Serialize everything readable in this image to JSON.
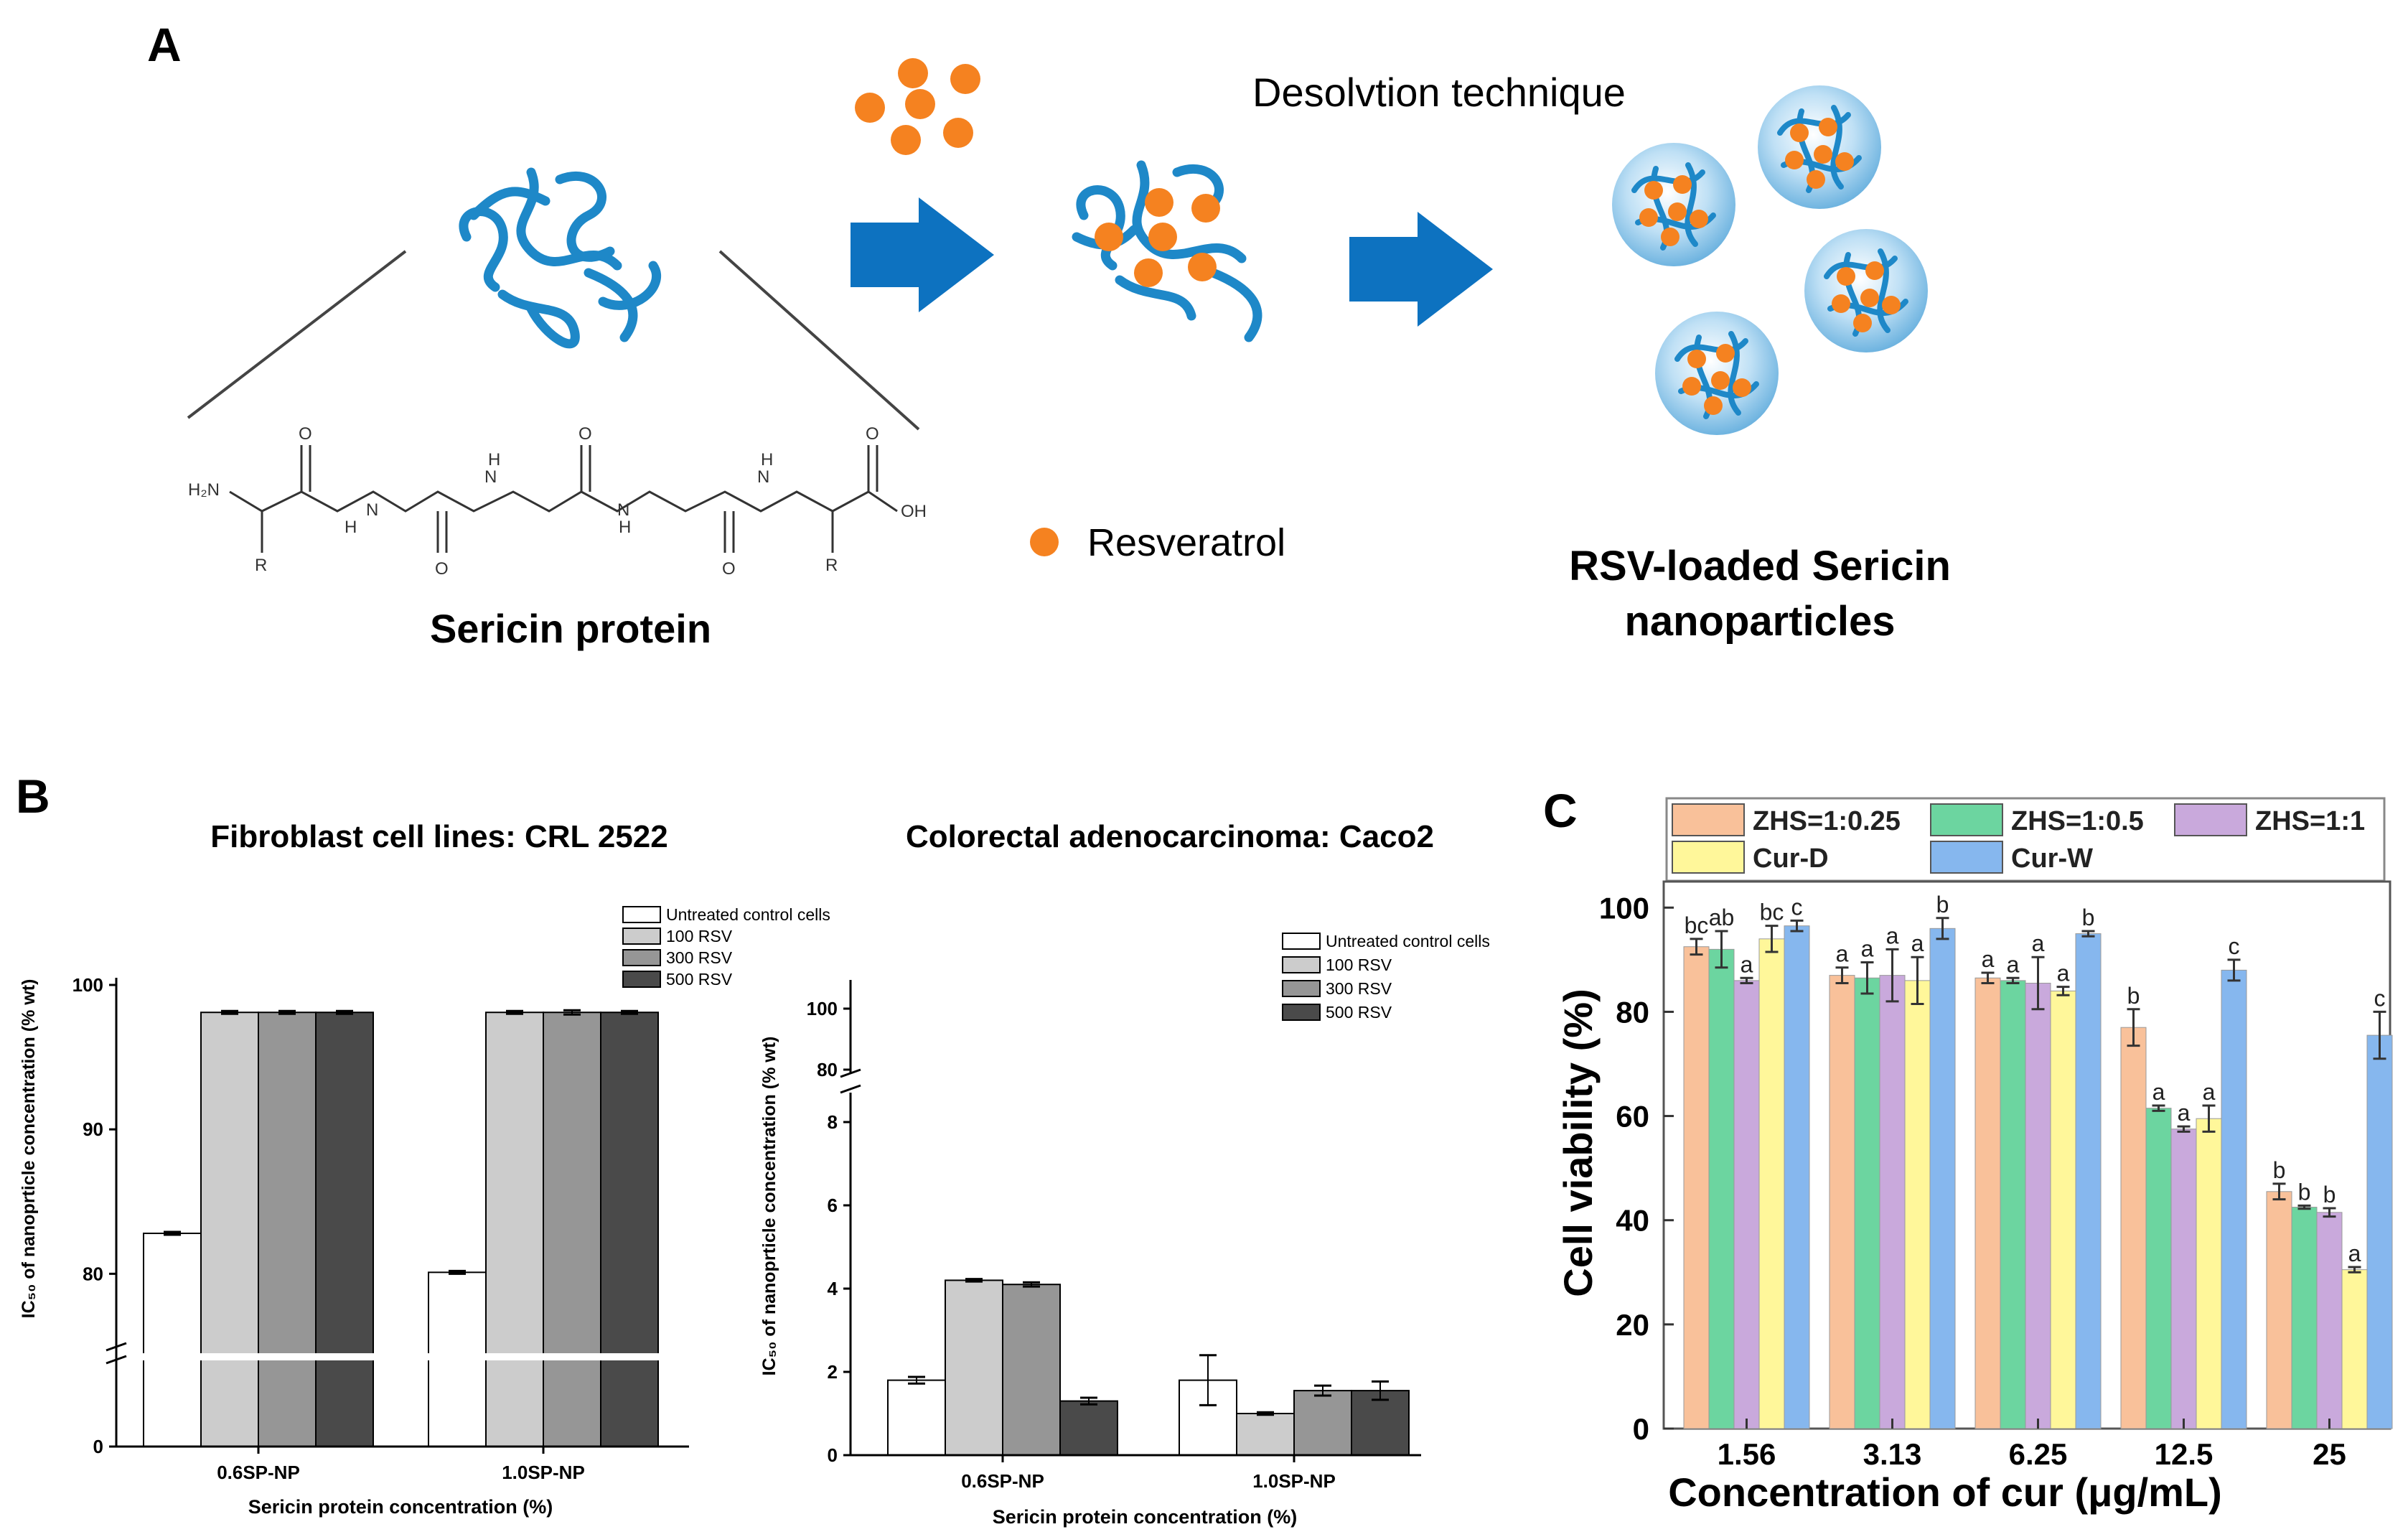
{
  "panel_a": {
    "letter": "A",
    "technique": "Desolvtion technique",
    "legend_label": "Resveratrol",
    "left_caption": "Sericin protein",
    "right_caption_1": "RSV-loaded Sericin",
    "right_caption_2": "nanoparticles",
    "chem": {
      "h2n": "H₂N",
      "oh": "OH",
      "o": "O",
      "h": "H",
      "n": "N",
      "r": "R"
    },
    "colors": {
      "protein": "#1e88c8",
      "drug": "#f58220",
      "arrow": "#0d72c0"
    }
  },
  "chart_data": [
    {
      "id": "B1",
      "panel_letter": "B",
      "type": "bar",
      "title": "Fibroblast cell lines: CRL 2522",
      "xlabel": "Sericin protein concentration (%)",
      "ylabel": "IC₅₀ of nanoprticle concentration (% wt)",
      "categories": [
        "0.6SP-NP",
        "1.0SP-NP"
      ],
      "axis_break": true,
      "lower_ticks": [
        "0"
      ],
      "upper_ylim": [
        74.5,
        100
      ],
      "upper_ticks": [
        "80",
        "90",
        "100"
      ],
      "series": [
        {
          "name": "Untreated control cells",
          "values": [
            82.8,
            80.1
          ],
          "errors": [
            0.1,
            0.1
          ],
          "color": "#ffffff"
        },
        {
          "name": "100 RSV",
          "values": [
            98.1,
            98.1
          ],
          "errors": [
            0.1,
            0.1
          ],
          "color": "#cccccc"
        },
        {
          "name": "300 RSV",
          "values": [
            98.1,
            98.1
          ],
          "errors": [
            0.1,
            0.15
          ],
          "color": "#969696"
        },
        {
          "name": "500 RSV",
          "values": [
            98.1,
            98.1
          ],
          "errors": [
            0.1,
            0.1
          ],
          "color": "#4a4a4a"
        }
      ]
    },
    {
      "id": "B2",
      "type": "bar",
      "title": "Colorectal adenocarcinoma: Caco2",
      "xlabel": "Sericin protein concentration (%)",
      "ylabel": "IC₅₀ of nanoprticle concentration (% wt)",
      "categories": [
        "0.6SP-NP",
        "1.0SP-NP"
      ],
      "axis_break": true,
      "ylim": [
        0,
        8.6
      ],
      "lower_ticks": [
        "0",
        "2",
        "4",
        "6",
        "8"
      ],
      "upper_ticks": [
        "80",
        "100"
      ],
      "series": [
        {
          "name": "Untreated control cells",
          "values": [
            1.8,
            1.8
          ],
          "errors": [
            0.08,
            0.6
          ],
          "color": "#ffffff"
        },
        {
          "name": "100 RSV",
          "values": [
            4.2,
            1.0
          ],
          "errors": [
            0.03,
            0.03
          ],
          "color": "#cccccc"
        },
        {
          "name": "300 RSV",
          "values": [
            4.1,
            1.55
          ],
          "errors": [
            0.05,
            0.12
          ],
          "color": "#969696"
        },
        {
          "name": "500 RSV",
          "values": [
            1.3,
            1.55
          ],
          "errors": [
            0.08,
            0.22
          ],
          "color": "#4a4a4a"
        }
      ]
    },
    {
      "id": "C",
      "panel_letter": "C",
      "type": "bar",
      "title": "",
      "xlabel": "Concentration of cur (μg/mL)",
      "ylabel": "Cell viability (%)",
      "categories": [
        "1.56",
        "3.13",
        "6.25",
        "12.5",
        "25"
      ],
      "ylim": [
        0,
        105
      ],
      "yticks": [
        "0",
        "20",
        "40",
        "60",
        "80",
        "100"
      ],
      "legend_position": "top",
      "series": [
        {
          "name": "ZHS=1:0.25",
          "values": [
            92.5,
            87,
            86.5,
            77,
            45.5
          ],
          "errors": [
            1.5,
            1.5,
            1.0,
            3.5,
            1.5
          ],
          "letters": [
            "bc",
            "a",
            "a",
            "b",
            "b"
          ],
          "color": "#f9c19a"
        },
        {
          "name": "ZHS=1:0.5",
          "values": [
            92,
            86.5,
            86,
            61.5,
            42.5
          ],
          "errors": [
            3.5,
            3.0,
            0.5,
            0.5,
            0.3
          ],
          "letters": [
            "ab",
            "a",
            "a",
            "a",
            "b"
          ],
          "color": "#6cd5a0"
        },
        {
          "name": "ZHS=1:1",
          "values": [
            86,
            87,
            85.5,
            57.5,
            41.5
          ],
          "errors": [
            0.5,
            5.0,
            5.0,
            0.5,
            0.8
          ],
          "letters": [
            "a",
            "a",
            "a",
            "a",
            "b"
          ],
          "color": "#c9a9dc"
        },
        {
          "name": "Cur-D",
          "values": [
            94,
            86,
            84,
            59.5,
            30.5
          ],
          "errors": [
            2.5,
            4.5,
            0.8,
            2.5,
            0.5
          ],
          "letters": [
            "bc",
            "a",
            "a",
            "a",
            "a"
          ],
          "color": "#fff79a"
        },
        {
          "name": "Cur-W",
          "values": [
            96.5,
            96,
            95,
            88,
            75.5
          ],
          "errors": [
            1.0,
            2.0,
            0.5,
            2.0,
            4.5
          ],
          "letters": [
            "c",
            "b",
            "b",
            "c",
            "c"
          ],
          "color": "#86b7ee"
        }
      ]
    }
  ]
}
